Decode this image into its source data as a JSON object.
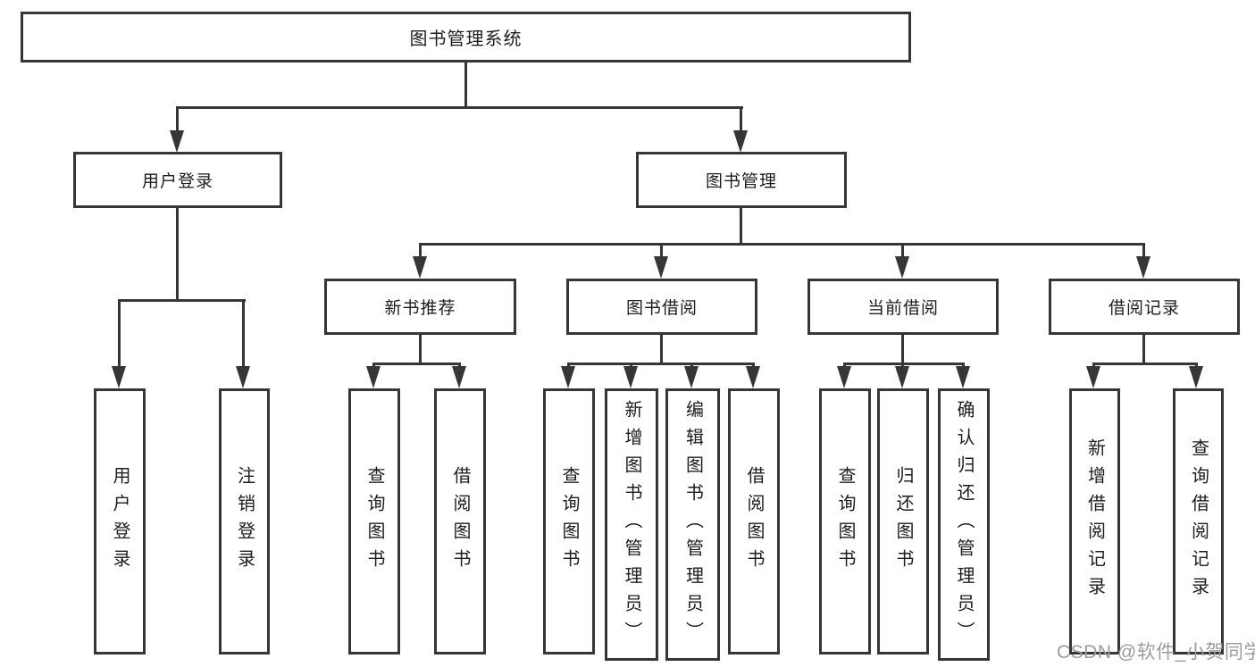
{
  "diagram": {
    "type": "tree",
    "line_color": "#363636",
    "text_color": "#1d1d1f",
    "background_color": "#ffffff",
    "root": {
      "label": "图书管理系统"
    },
    "branches": [
      {
        "label": "用户登录",
        "children": [
          {
            "label": "用户登录"
          },
          {
            "label": "注销登录"
          }
        ]
      },
      {
        "label": "图书管理",
        "sections": [
          {
            "label": "新书推荐",
            "children": [
              {
                "label": "查询图书"
              },
              {
                "label": "借阅图书"
              }
            ]
          },
          {
            "label": "图书借阅",
            "children": [
              {
                "label": "查询图书"
              },
              {
                "label": "新增图书（管理员）"
              },
              {
                "label": "编辑图书（管理员）"
              },
              {
                "label": "借阅图书"
              }
            ]
          },
          {
            "label": "当前借阅",
            "children": [
              {
                "label": "查询图书"
              },
              {
                "label": "归还图书"
              },
              {
                "label": "确认归还（管理员）"
              }
            ]
          },
          {
            "label": "借阅记录",
            "children": [
              {
                "label": "新增借阅记录"
              },
              {
                "label": "查询借阅记录"
              }
            ]
          }
        ]
      }
    ]
  },
  "watermark": {
    "text": "CSDN @软件_小贺同学"
  }
}
